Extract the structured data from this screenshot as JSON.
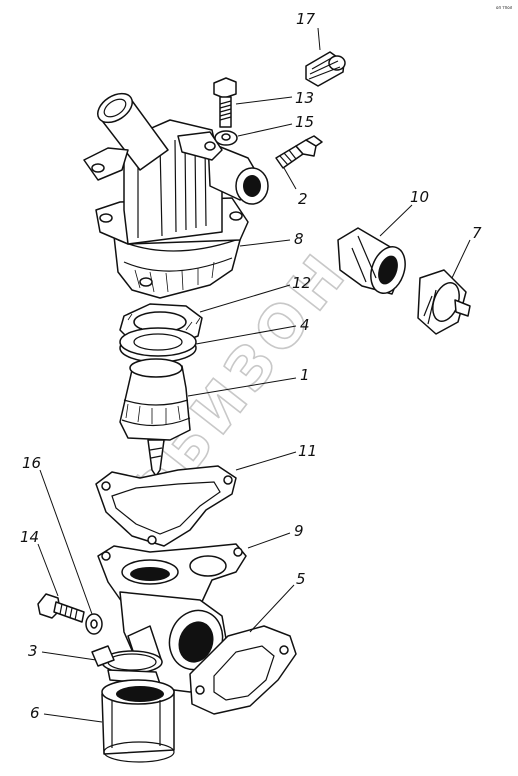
{
  "watermark": "ФБИЗОН",
  "corner_mark": "оп тпол",
  "parts": [
    {
      "id": "p17",
      "number": "17"
    },
    {
      "id": "p13",
      "number": "13"
    },
    {
      "id": "p15",
      "number": "15"
    },
    {
      "id": "p2",
      "number": "2"
    },
    {
      "id": "p8",
      "number": "8"
    },
    {
      "id": "p10",
      "number": "10"
    },
    {
      "id": "p7",
      "number": "7"
    },
    {
      "id": "p12",
      "number": "12"
    },
    {
      "id": "p4",
      "number": "4"
    },
    {
      "id": "p1",
      "number": "1"
    },
    {
      "id": "p16",
      "number": "16"
    },
    {
      "id": "p11",
      "number": "11"
    },
    {
      "id": "p14",
      "number": "14"
    },
    {
      "id": "p9",
      "number": "9"
    },
    {
      "id": "p5",
      "number": "5"
    },
    {
      "id": "p3",
      "number": "3"
    },
    {
      "id": "p6",
      "number": "6"
    }
  ]
}
